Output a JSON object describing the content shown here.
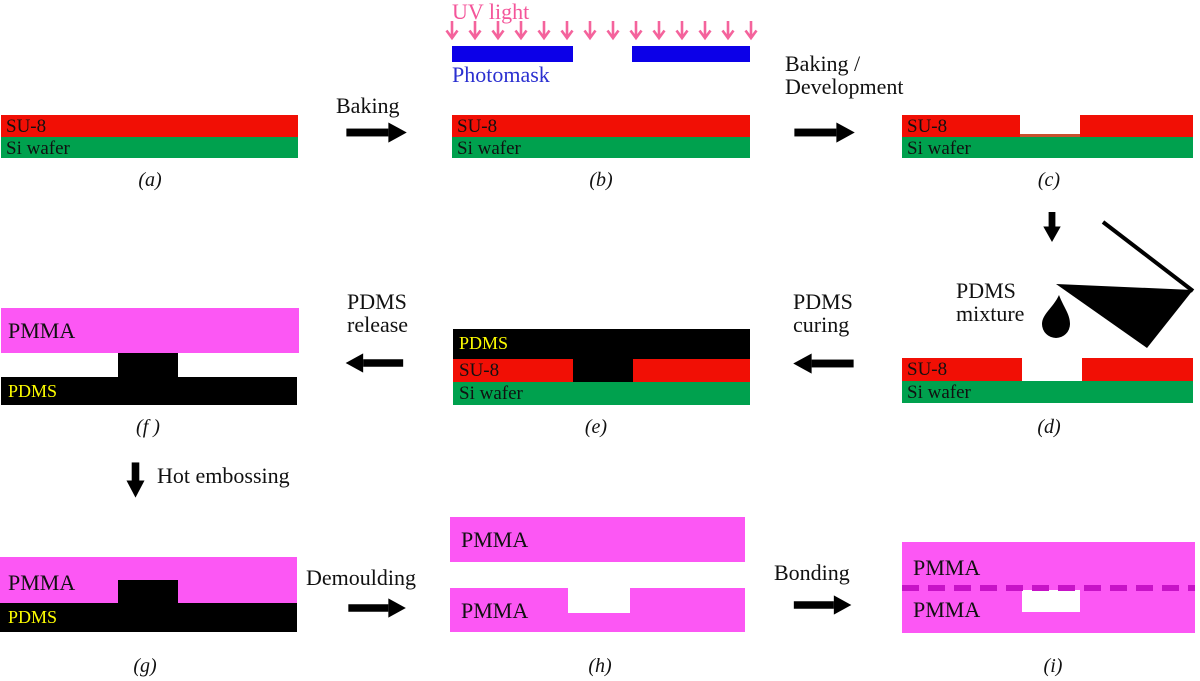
{
  "figure": {
    "type": "process-flow-diagram",
    "subject": "PDMS mould fabrication by SU-8 photolithography and PMMA microchannel hot embossing / bonding"
  },
  "colors": {
    "su8_red": "#f10f05",
    "si_wafer_green": "#00a14e",
    "pdms_black": "#000000",
    "pmma_magenta": "#fc57f4",
    "photomask_blue": "#0c00e8",
    "uv_pink": "#f4639c",
    "bond_interface_dash": "#c713c7",
    "pdms_label_yellow": "#fdfd00",
    "text_black": "#111111",
    "developed_gap_line": "#c8502d"
  },
  "labels": {
    "su8": "SU-8",
    "si_wafer": "Si wafer",
    "pdms": "PDMS",
    "pmma": "PMMA",
    "uv_light": "UV light",
    "photomask": "Photomask"
  },
  "steps": {
    "baking": "Baking",
    "baking_development": {
      "line1": "Baking /",
      "line2": "Development"
    },
    "pdms_mixture": {
      "line1": "PDMS",
      "line2": "mixture"
    },
    "pdms_curing": {
      "line1": "PDMS",
      "line2": "curing"
    },
    "pdms_release": {
      "line1": "PDMS",
      "line2": "release"
    },
    "hot_embossing": "Hot embossing",
    "demoulding": "Demoulding",
    "bonding": "Bonding"
  },
  "captions": {
    "a": "(a)",
    "b": "(b)",
    "c": "(c)",
    "d": "(d)",
    "e": "(e)",
    "f": "(f )",
    "g": "(g)",
    "h": "(h)",
    "i": "(i)"
  },
  "uv_arrow_count": 14
}
